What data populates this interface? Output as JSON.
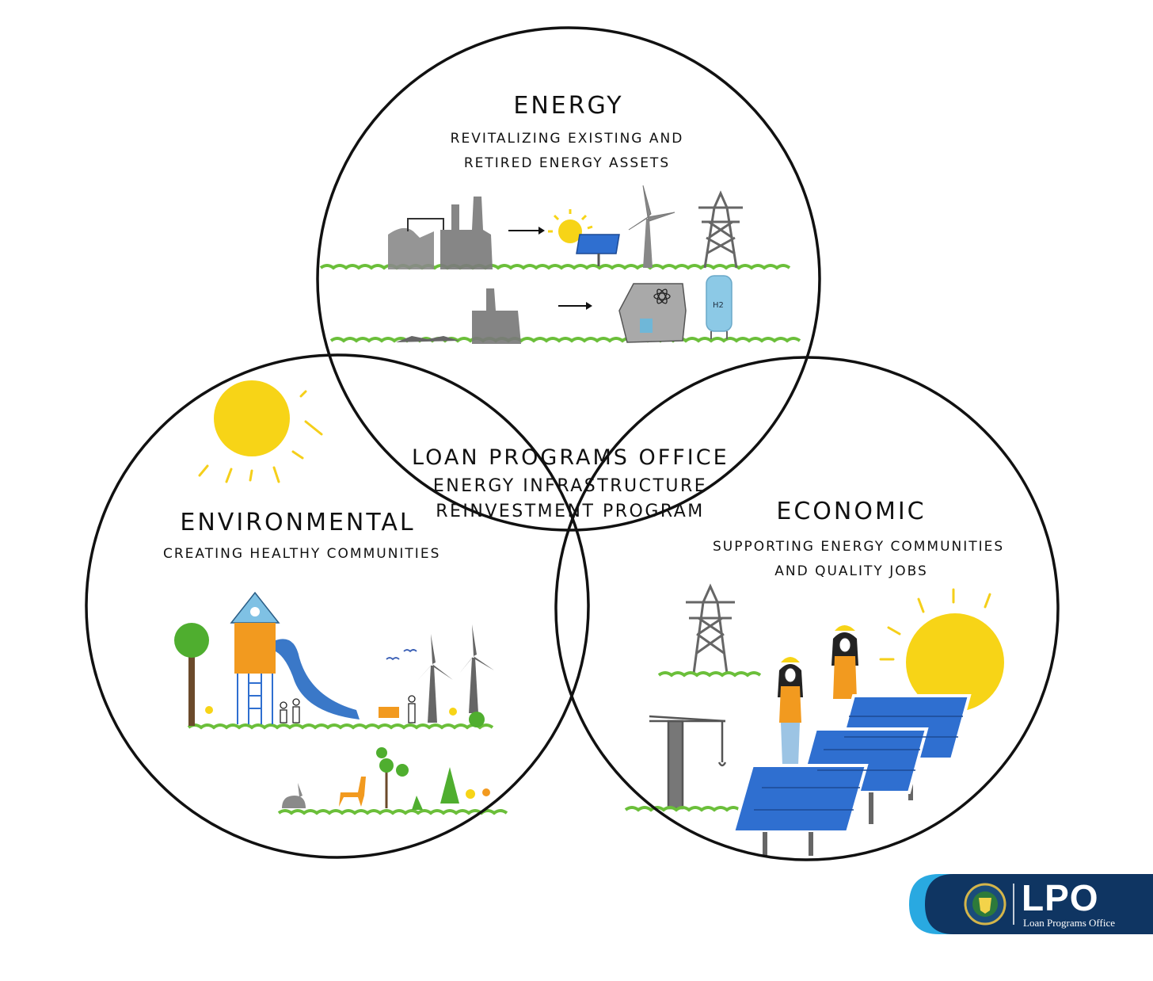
{
  "center": {
    "title": "LOAN PROGRAMS OFFICE",
    "line1": "ENERGY INFRASTRUCTURE",
    "line2": "REINVESTMENT PROGRAM"
  },
  "energy": {
    "title": "ENERGY",
    "line1": "REVITALIZING EXISTING AND",
    "line2": "RETIRED ENERGY ASSETS",
    "hydrogen_label": "H2"
  },
  "environmental": {
    "title": "ENVIRONMENTAL",
    "line1": "CREATING HEALTHY COMMUNITIES"
  },
  "economic": {
    "title": "ECONOMIC",
    "line1": "SUPPORTING ENERGY COMMUNITIES",
    "line2": "AND QUALITY JOBS"
  },
  "logo": {
    "text": "LPO",
    "subtitle": "Loan Programs Office"
  },
  "colors": {
    "outline": "#111111",
    "grass": "#6bbf3a",
    "sun": "#f7d417",
    "panel": "#2f6fd0",
    "factory": "#8a8a8a",
    "vest": "#f29a1f",
    "logo_navy": "#0f3562",
    "logo_cyan": "#29a9e1"
  }
}
